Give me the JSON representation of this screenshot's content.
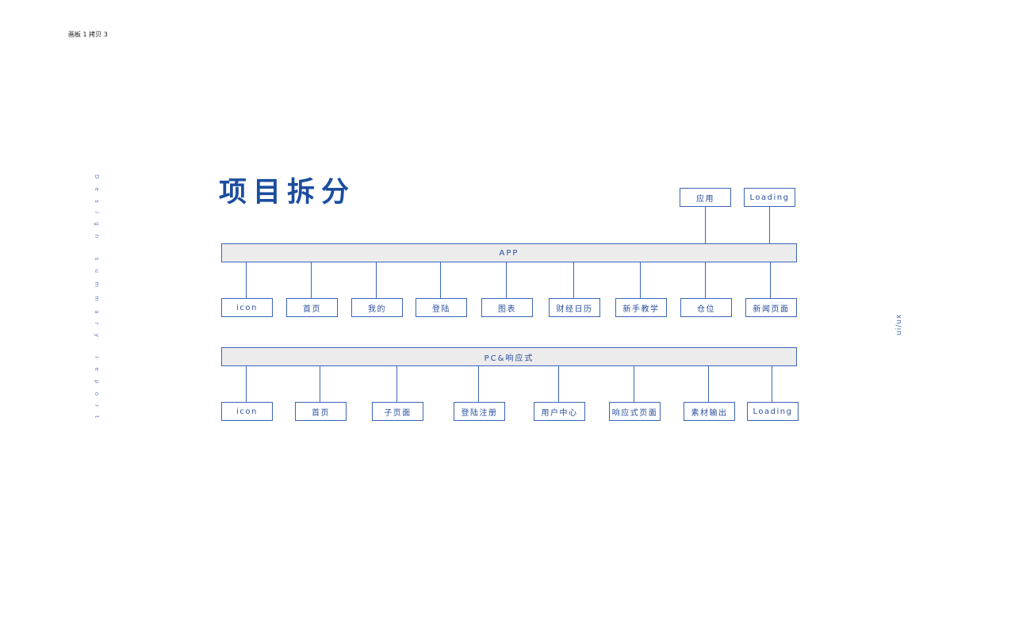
{
  "artboard_label": "画板 1 拷贝 3",
  "title": "项目拆分",
  "side_text": "Design summary report",
  "right_text": "ui/ux",
  "accent_color": "#1b4d9e",
  "app": {
    "label": "APP",
    "top_items": [
      "应用",
      "Loading"
    ],
    "items": [
      "icon",
      "首页",
      "我的",
      "登陆",
      "图表",
      "财经日历",
      "新手教学",
      "仓位",
      "新闻页面"
    ]
  },
  "pc": {
    "label": "PC&响应式",
    "items": [
      "icon",
      "首页",
      "子页面",
      "登陆注册",
      "用户中心",
      "响应式页面",
      "素材输出",
      "Loading"
    ]
  }
}
